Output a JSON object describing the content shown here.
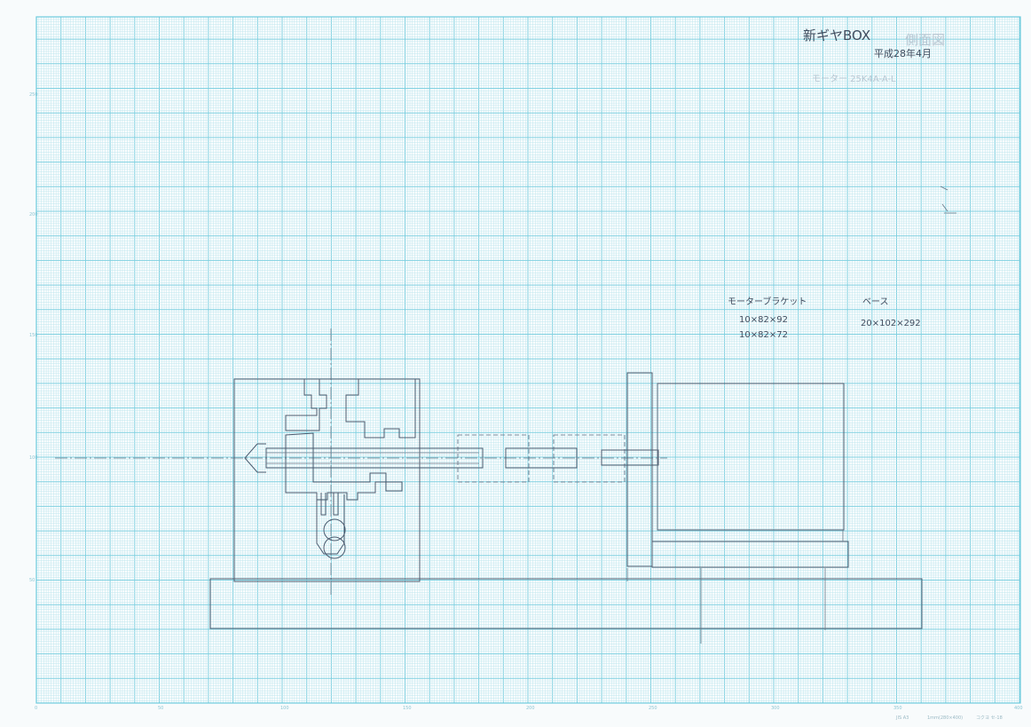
{
  "sheet": {
    "title_main": "新ギヤBOX",
    "title_stamp": "側面図",
    "date": "平成28年4月",
    "motor_note": "モーター 25K4A-A-L"
  },
  "notes": {
    "motor_bracket_label": "モーターブラケット",
    "motor_bracket_dim_1": "10×82×92",
    "motor_bracket_dim_2": "10×82×72",
    "base_label": "ベース",
    "base_dim": "20×102×292"
  },
  "grid": {
    "y_axis_labels": [
      "250",
      "200",
      "150",
      "100",
      "50"
    ],
    "x_axis_labels": [
      "0",
      "50",
      "100",
      "150",
      "200",
      "250",
      "300",
      "350",
      "400"
    ]
  },
  "footer": {
    "paper_size": "JIS A3",
    "dimensions": "1mm(280×400)",
    "maker": "コクヨ セ-18"
  },
  "colors": {
    "grid_minor": "#bfe6ee",
    "grid_major": "#7fd0e0",
    "pencil": "#4a5a6e"
  }
}
